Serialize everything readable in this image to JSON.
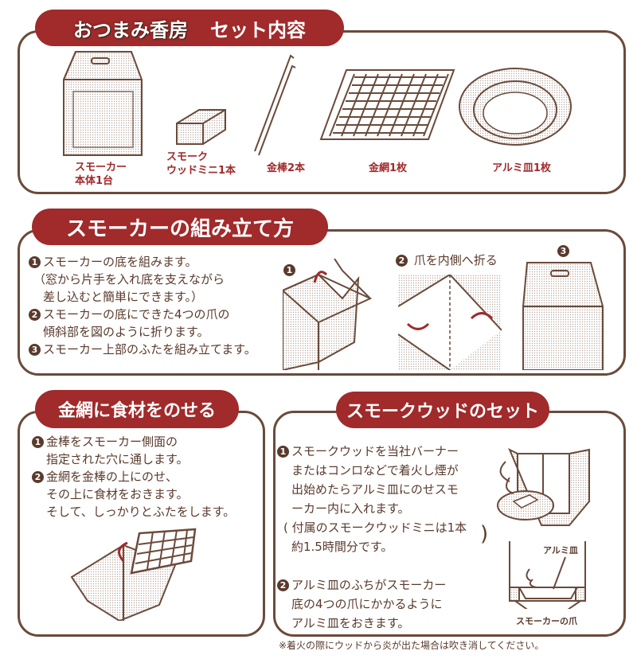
{
  "set": {
    "brand": "おつまみ香房",
    "title": "セット内容",
    "items": [
      {
        "label": "スモーカー\n本体1台"
      },
      {
        "label": "スモーク\nウッドミニ1本"
      },
      {
        "label": "金棒2本"
      },
      {
        "label": "金網1枚"
      },
      {
        "label": "アルミ皿1枚"
      }
    ]
  },
  "assembly": {
    "title": "スモーカーの組み立て方",
    "steps": [
      "スモーカーの底を組みます。",
      "（窓から片手を入れ底を支えながら",
      "差し込むと簡単にできます。）",
      "スモーカーの底にできた4つの爪の",
      "傾斜部を図のように折ります。",
      "スモーカー上部のふたを組み立てます。"
    ],
    "nums": [
      "1",
      "2",
      "3"
    ],
    "fig2_caption": "爪を内側へ折る"
  },
  "grill": {
    "title": "金網に食材をのせる",
    "lines": [
      "金棒をスモーカー側面の",
      "指定された穴に通します。",
      "金網を金棒の上にのせ、",
      "その上に食材をおきます。",
      "そして、しっかりとふたをします。"
    ]
  },
  "wood": {
    "title": "スモークウッドのセット",
    "lines": [
      "スモークウッドを当社バーナー",
      "またはコンロなどで着火し煙が",
      "出始めたらアルミ皿にのせスモ",
      "ーカー内に入れます。",
      "付属のスモークウッドミニは1本",
      "約1.5時間分です。",
      "アルミ皿のふちがスモーカー",
      "底の4つの爪にかかるように",
      "アルミ皿をおきます。"
    ],
    "fig_label_dish": "アルミ皿",
    "fig_label_claw": "スモーカーの爪"
  },
  "footnote": "※着火の際にウッドから炎が出た場合は吹き消してください。",
  "colors": {
    "accent": "#a12a2b",
    "line": "#6b4a3a",
    "text": "#5a3a2c"
  }
}
